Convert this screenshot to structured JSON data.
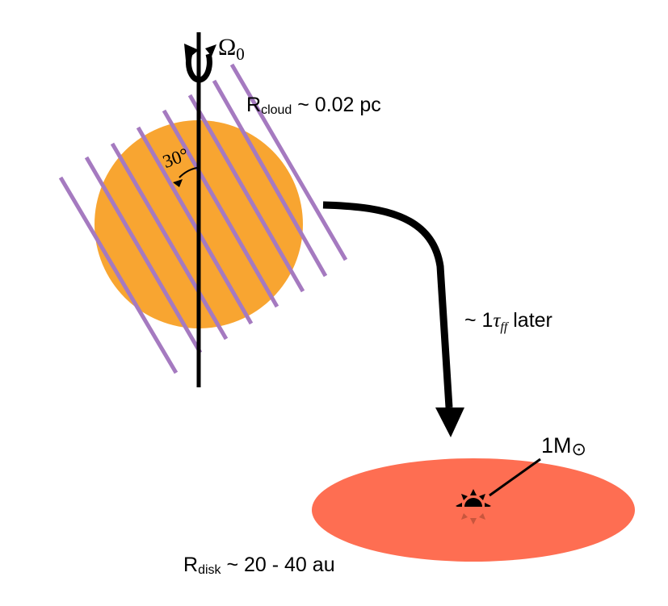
{
  "rotation": {
    "symbol": "Ω",
    "subscript": "0"
  },
  "cloud": {
    "label_main": "R",
    "label_sub": "cloud",
    "label_rest": " ~ 0.02 pc",
    "color": "#f8a531"
  },
  "field_lines": {
    "color": "#a57ac0",
    "count": 8
  },
  "angle": {
    "label": "30°"
  },
  "transition": {
    "prefix": "~ 1",
    "tau": "τ",
    "tau_sub": "ff",
    "suffix": " later"
  },
  "disk": {
    "label_main": "R",
    "label_sub": "disk",
    "label_rest": " ~ 20 - 40 au",
    "color": "#fe6e52"
  },
  "star": {
    "label_main": "1M",
    "label_sym": "⊙"
  }
}
